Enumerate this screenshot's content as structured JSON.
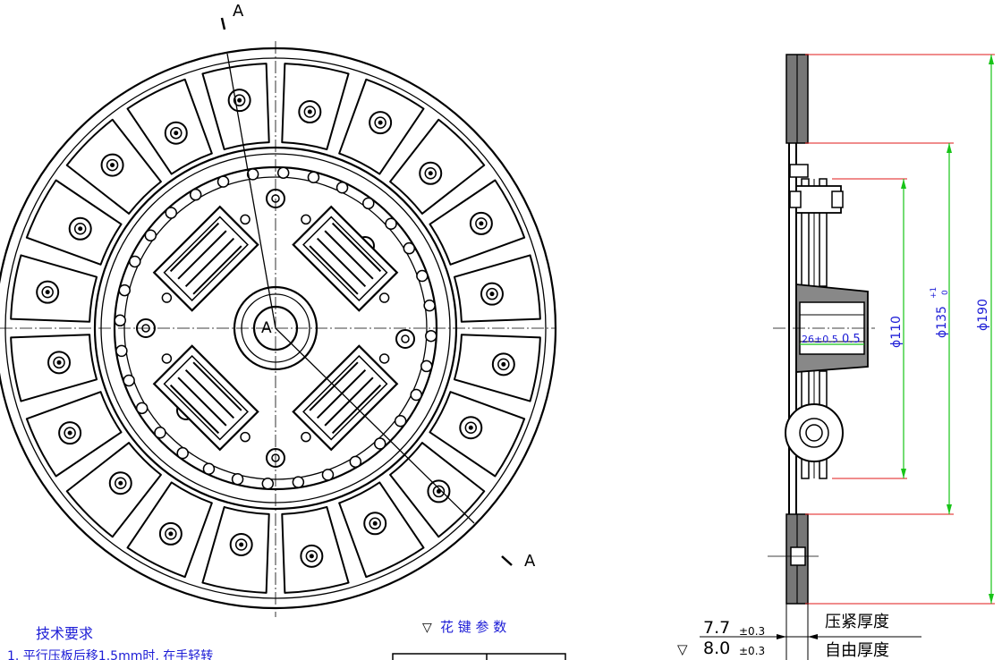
{
  "section_marks": {
    "top": "A",
    "bottom": "A",
    "center": "A"
  },
  "dimensions": {
    "d190": "ϕ190",
    "d135": "ϕ135",
    "d135_tol_upper": "+1",
    "d135_tol_lower": "0",
    "d110": "ϕ110",
    "bore": "26±0.5",
    "bore_depth": "0.5"
  },
  "thickness": {
    "clamped_value": "7.7",
    "clamped_tol": "±0.3",
    "clamped_label": "压紧厚度",
    "free_value": "8.0",
    "free_tol": "±0.3",
    "free_label": "自由厚度"
  },
  "notes": {
    "title": "技术要求",
    "item1": "1. 平行压板后移1.5mm时, 在手轻转"
  },
  "spline_table": {
    "title": "花 键 参 数"
  },
  "colors": {
    "dim_blue": "#1c1cd6",
    "green": "#17c417",
    "red": "#e01818"
  }
}
